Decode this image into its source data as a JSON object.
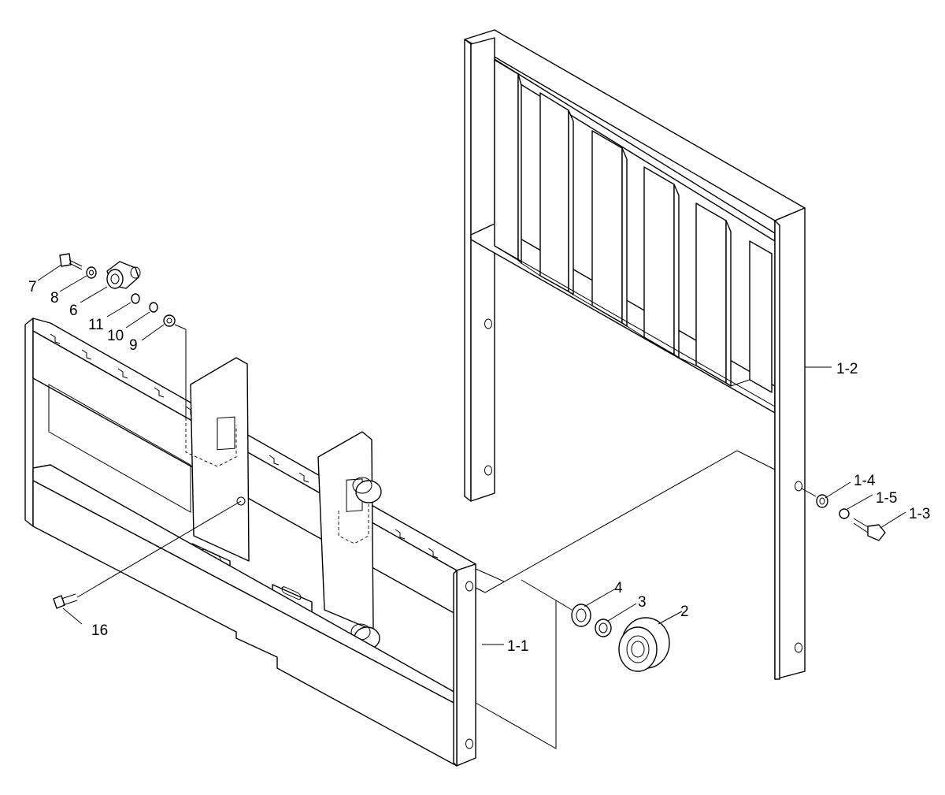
{
  "callouts": [
    {
      "id": "c-7",
      "label": "7"
    },
    {
      "id": "c-8",
      "label": "8"
    },
    {
      "id": "c-6",
      "label": "6"
    },
    {
      "id": "c-11",
      "label": "11"
    },
    {
      "id": "c-10",
      "label": "10"
    },
    {
      "id": "c-9",
      "label": "9"
    },
    {
      "id": "c-16",
      "label": "16"
    },
    {
      "id": "c-1-1",
      "label": "1-1"
    },
    {
      "id": "c-1-2",
      "label": "1-2"
    },
    {
      "id": "c-1-3",
      "label": "1-3"
    },
    {
      "id": "c-1-4",
      "label": "1-4"
    },
    {
      "id": "c-1-5",
      "label": "1-5"
    },
    {
      "id": "c-2",
      "label": "2"
    },
    {
      "id": "c-3",
      "label": "3"
    },
    {
      "id": "c-4",
      "label": "4"
    }
  ]
}
